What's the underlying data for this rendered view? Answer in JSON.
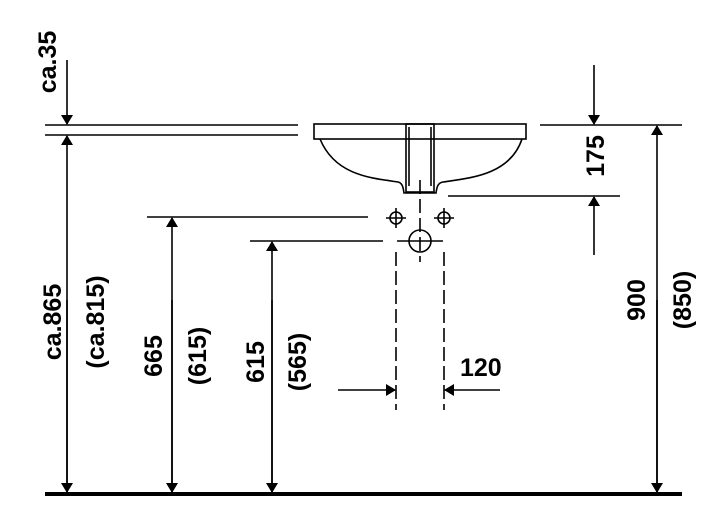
{
  "drawing": {
    "top_offset": "ca.35",
    "rim_height": "ca.865",
    "rim_height_alt": "(ca.815)",
    "supply_height": "665",
    "supply_height_alt": "(615)",
    "waste_height": "615",
    "waste_height_alt": "(565)",
    "trap_depth": "175",
    "total_height": "900",
    "total_height_alt": "(850)",
    "supply_spacing": "120"
  }
}
